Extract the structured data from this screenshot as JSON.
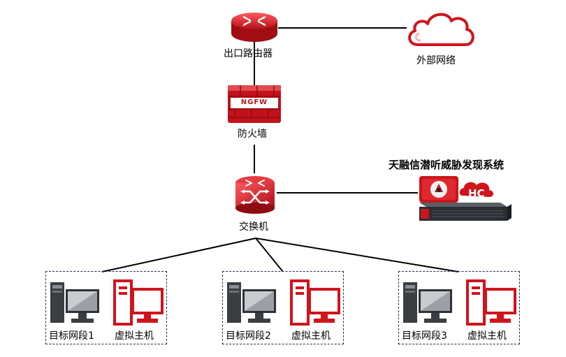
{
  "nodes": {
    "router": {
      "label": "出口路由器"
    },
    "cloud": {
      "label": "外部网络"
    },
    "firewall": {
      "label": "防火墙",
      "badge": "NGFW"
    },
    "switch": {
      "label": "交换机"
    },
    "detector": {
      "title": "天融信潜听威胁发现系统",
      "badge": "HC"
    }
  },
  "segments": [
    {
      "pc_label": "目标网段1",
      "vm_label": "虚拟主机"
    },
    {
      "pc_label": "目标网段2",
      "vm_label": "虚拟主机"
    },
    {
      "pc_label": "目标网段3",
      "vm_label": "虚拟主机"
    }
  ],
  "colors": {
    "accent": "#d0141c",
    "line": "#000000",
    "dash": "#1f2f4f"
  }
}
